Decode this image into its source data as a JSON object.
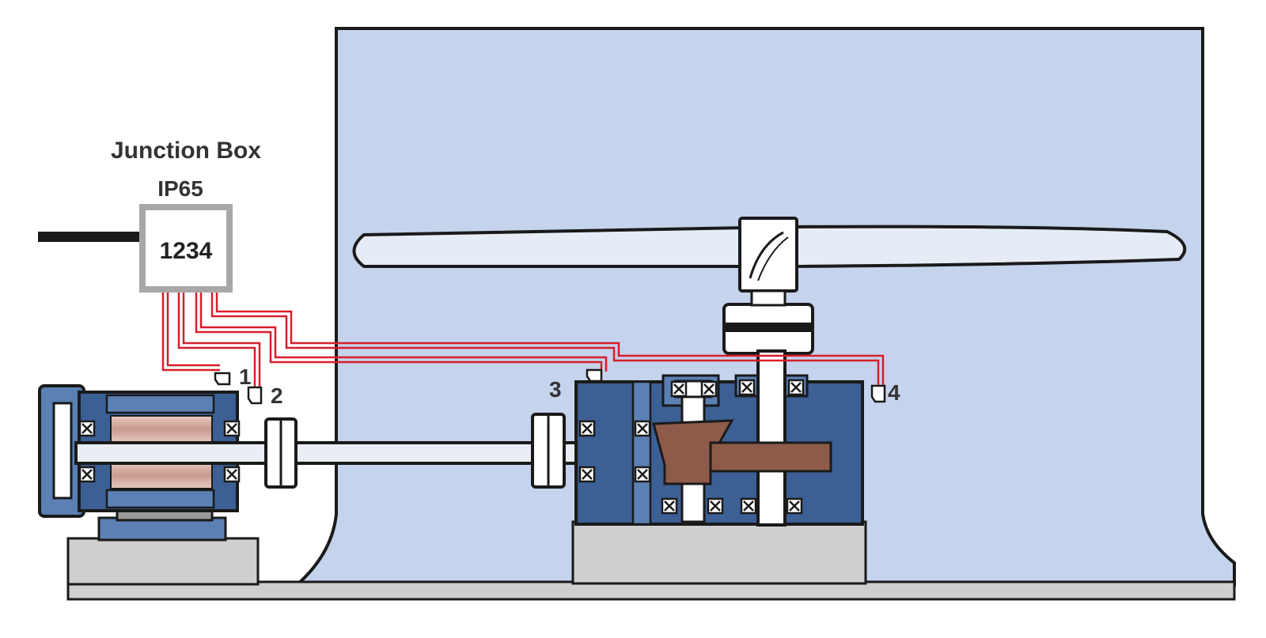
{
  "junction_box": {
    "title": "Junction Box",
    "rating": "IP65",
    "terminals": "1234"
  },
  "sensors": [
    {
      "label": "1"
    },
    {
      "label": "2"
    },
    {
      "label": "3"
    },
    {
      "label": "4"
    }
  ],
  "colors": {
    "tank": "#c5d3ec",
    "outline": "#1a1a1a",
    "housing": "#3c5f94",
    "housing_light": "#5b80b4",
    "base": "#cfcfcf",
    "cable": "#d81e2a",
    "gear": "#8e5a4a",
    "shaft": "#ffffff",
    "box_border": "#a8a8a8"
  }
}
